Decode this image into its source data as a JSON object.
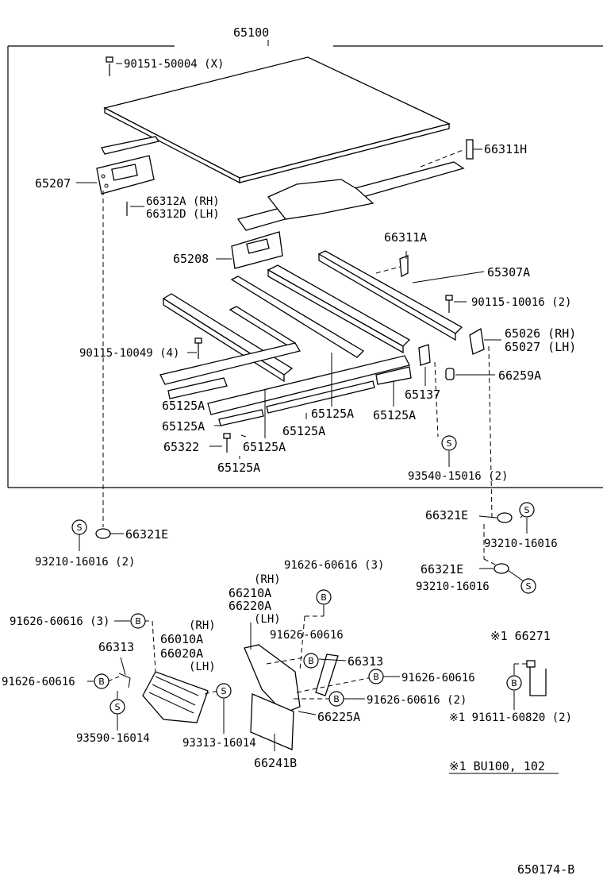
{
  "labels": {
    "assembly": "65100",
    "screw_top": "90151-50004 (X)",
    "rail_h": "66311H",
    "bracket_65207": "65207",
    "pin_rh": "66312A (RH)",
    "pin_lh": "66312D (LH)",
    "bracket_65208": "65208",
    "rail_a": "66311A",
    "sill_65307a": "65307A",
    "screw_mid": "90115-10016 (2)",
    "screw_left": "90115-10049 (4)",
    "hinge_rh": "65026 (RH)",
    "hinge_lh": "65027 (LH)",
    "grommet_a": "66259A",
    "plate_65137": "65137",
    "member_1": "65125A",
    "member_2": "65125A",
    "member_3": "65125A",
    "member_4": "65125A",
    "member_5": "65125A",
    "member_6": "65125A",
    "bolt_65322": "65322",
    "bolt_93540": "93540-15016 (2)",
    "cushion_left": "66321E",
    "washer_left": "93210-16016 (2)",
    "cushion_r1": "66321E",
    "washer_r1": "93210-16016",
    "cushion_r2": "66321E",
    "washer_r2": "93210-16016",
    "rivet_top": "91626-60616 (3)",
    "rh_tag_1": "(RH)",
    "mudguard_rh": "66210A",
    "mudguard_lh": "66220A",
    "lh_tag_1": "(LH)",
    "rivet_left_top": "91626-60616 (3)",
    "rh_tag_2": "(RH)",
    "stay_rh": "66010A",
    "stay_lh": "66020A",
    "lh_tag_2": "(LH)",
    "rivet_center": "91626-60616",
    "brace_left": "66313",
    "brace_right": "66313",
    "rivet_left": "91626-60616",
    "rivet_right_1": "91626-60616",
    "rivet_right_2": "91626-60616 (2)",
    "bolt_93590": "93590-16014",
    "bolt_93313": "93313-16014",
    "clamp_66225a": "66225A",
    "flap_66241b": "66241B",
    "handle_top": "※1 66271",
    "handle_bolt": "※1 91611-60820 (2)",
    "footnote": "※1 BU100, 102",
    "diagram_number": "650174-B"
  },
  "symbols": {
    "spring_washer": "S",
    "bolt": "B"
  }
}
